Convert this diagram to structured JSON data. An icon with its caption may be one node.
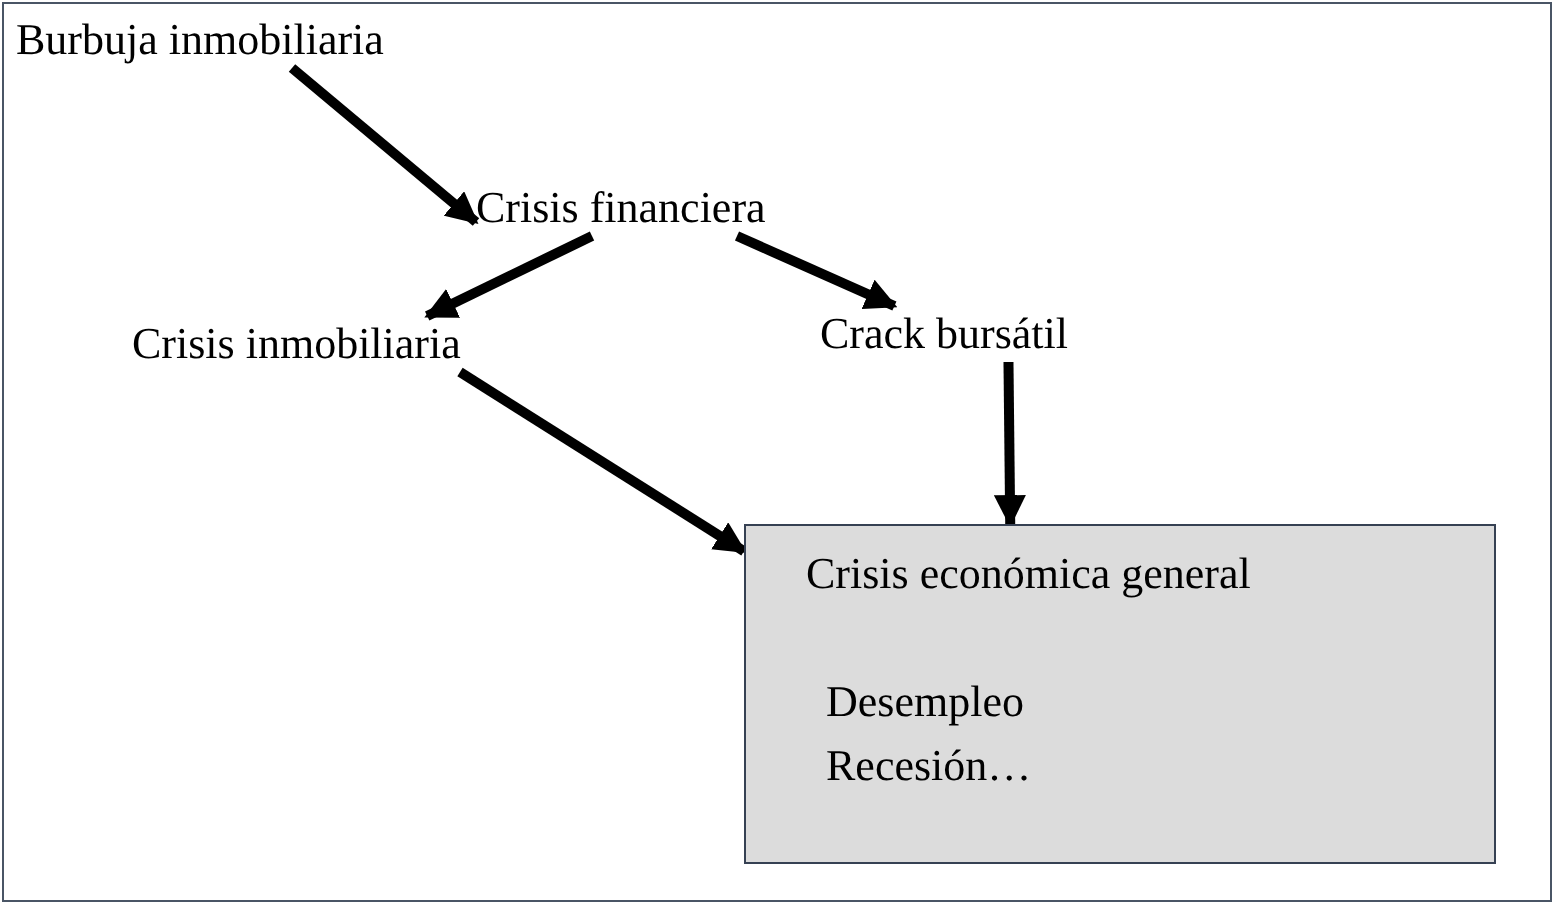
{
  "diagram": {
    "nodes": [
      {
        "text": [
          "Burbuja inmobiliaria"
        ]
      },
      {
        "text": [
          "Crisis financiera"
        ]
      },
      {
        "text": [
          "Crisis inmobiliaria"
        ]
      },
      {
        "text": [
          "Crack bursátil"
        ]
      },
      {
        "text": [
          "Crisis económica general",
          "Desempleo",
          "Recesión…"
        ]
      }
    ],
    "edges": [
      {
        "from": 0,
        "to": 1,
        "arrow": "to"
      },
      {
        "from": 1,
        "to": 2,
        "arrow": "to"
      },
      {
        "from": 1,
        "to": 3,
        "arrow": "to"
      },
      {
        "from": 2,
        "to": 4,
        "arrow": "to"
      },
      {
        "from": 3,
        "to": 4,
        "arrow": "to"
      }
    ]
  }
}
